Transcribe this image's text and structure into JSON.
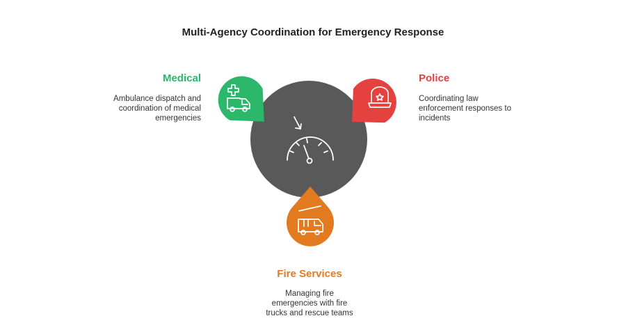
{
  "title": "Multi-Agency Coordination for Emergency Response",
  "colors": {
    "hub": "#595959",
    "medical": "#2bb86a",
    "police": "#e5423f",
    "fire": "#e27a1f",
    "icon_stroke": "#ffffff"
  },
  "hub": {
    "icon": "speedometer-icon"
  },
  "agencies": {
    "medical": {
      "heading": "Medical",
      "description": "Ambulance dispatch and coordination of medical emergencies",
      "icon": "ambulance-icon"
    },
    "police": {
      "heading": "Police",
      "description": "Coordinating law enforcement responses to incidents",
      "icon": "police-cap-icon"
    },
    "fire": {
      "heading": "Fire Services",
      "description": "Managing fire emergencies with fire trucks and rescue teams",
      "icon": "fire-truck-icon"
    }
  }
}
